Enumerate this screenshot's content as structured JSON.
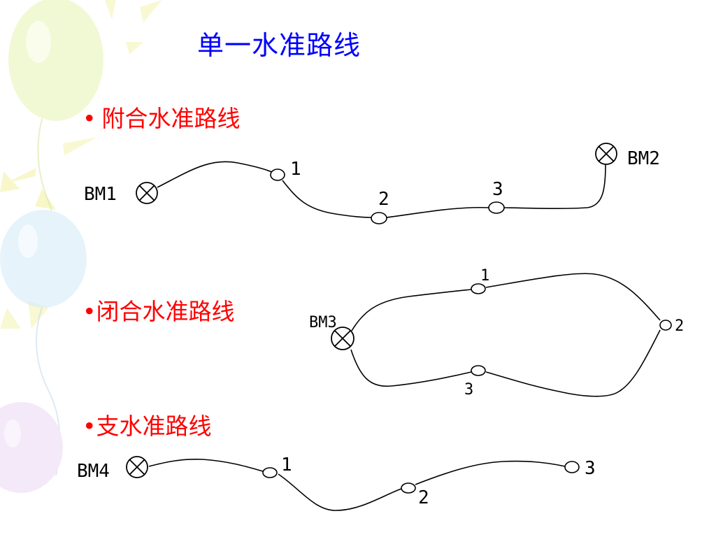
{
  "title": "单一水准路线",
  "bullets": {
    "attached": {
      "marker": "•",
      "text": "附合水准路线"
    },
    "closed": {
      "marker": "•",
      "text": "闭合水准路线"
    },
    "spur": {
      "marker": "•",
      "text": "支水准路线"
    }
  },
  "attached_route": {
    "start_mark": "BM1",
    "end_mark": "BM2",
    "points": [
      "1",
      "2",
      "3"
    ]
  },
  "closed_route": {
    "mark": "BM3",
    "points": [
      "1",
      "2",
      "3"
    ]
  },
  "spur_route": {
    "start_mark": "BM4",
    "points": [
      "1",
      "2",
      "3"
    ]
  },
  "colors": {
    "title": "#0000ff",
    "bullets": "#ff0000",
    "lines": "#000000"
  }
}
